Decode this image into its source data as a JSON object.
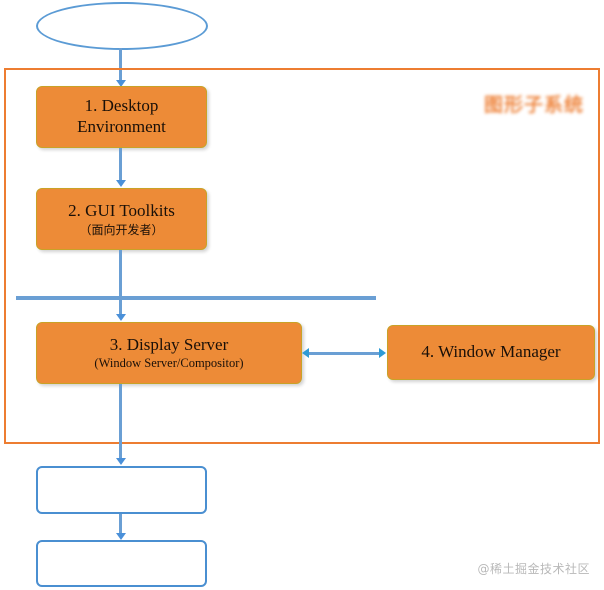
{
  "diagram": {
    "title_region_label": "图形子系统",
    "top_node": {
      "label": ""
    },
    "boxes": [
      {
        "id": "desktop",
        "line1": "1. Desktop",
        "line2": "Environment"
      },
      {
        "id": "toolkits",
        "line1": "2. GUI Toolkits",
        "line2": "（面向开发者）"
      },
      {
        "id": "display",
        "line1": "3. Display Server",
        "line2": "(Window Server/Compositor)"
      },
      {
        "id": "wm",
        "line1": "4. Window Manager",
        "line2": ""
      }
    ],
    "lower_boxes": [
      {
        "id": "kernel",
        "label": ""
      },
      {
        "id": "hardware",
        "label": ""
      }
    ],
    "region_note": "",
    "watermark": "@稀土掘金技术社区"
  },
  "colors": {
    "orange_fill": "#ED8B37",
    "orange_border": "#ED7D31",
    "blue_line": "#6A9FD4",
    "blue_border": "#4A8FD1",
    "box_border": "#C9A227"
  }
}
